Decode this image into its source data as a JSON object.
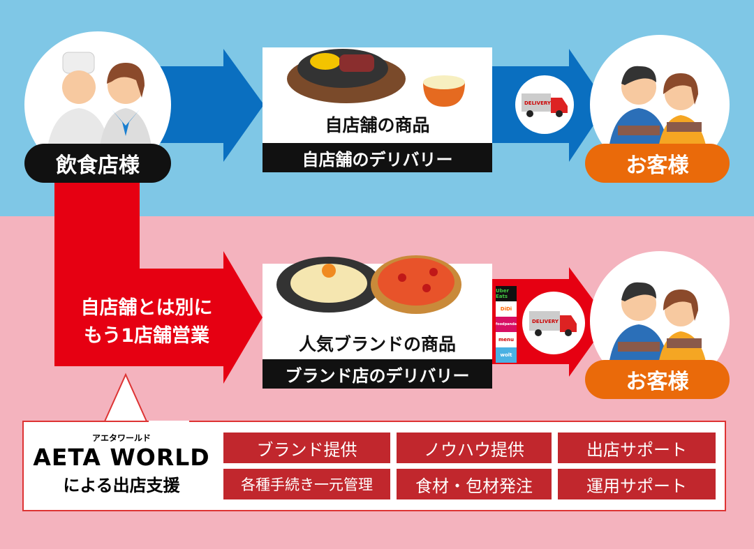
{
  "restaurant_label": "飲食店様",
  "customer_label": "お客様",
  "own_store": {
    "product": "自店舗の商品",
    "delivery": "自店舗のデリバリー"
  },
  "brand_store": {
    "product": "人気ブランドの商品",
    "delivery": "ブランド店のデリバリー"
  },
  "second_store_text": [
    "自店舗とは別に",
    "もう1店舗営業"
  ],
  "truck_text": "DELIVERY",
  "delivery_apps": [
    "Uber Eats",
    "DiDi",
    "foodpanda",
    "menu",
    "wolt"
  ],
  "support": {
    "company_kana": "アエタワールド",
    "company": "AETA WORLD",
    "caption": "による出店支援",
    "tags": [
      "ブランド提供",
      "ノウハウ提供",
      "出店サポート",
      "各種手続き一元管理",
      "食材・包材発注",
      "運用サポート"
    ]
  },
  "colors": {
    "blue_band": "#7fc7e6",
    "pink_band": "#f4b3be",
    "blue_arrow": "#0a6fc0",
    "red_arrow": "#e60012",
    "orange": "#ea6a0a",
    "tag_red": "#c1272d"
  }
}
